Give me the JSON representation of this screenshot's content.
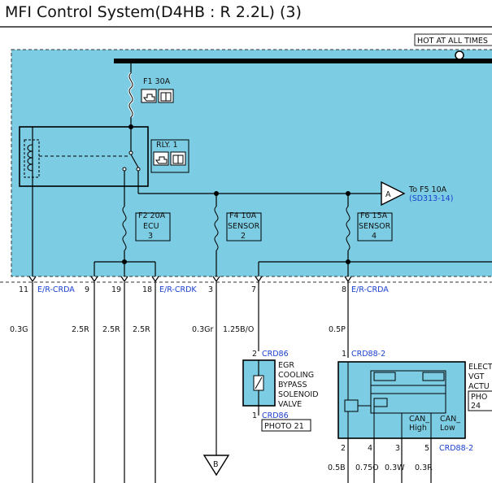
{
  "title": "MFI Control System(D4HB : R 2.2L) (3)",
  "hot_label": "HOT AT ALL TIMES",
  "fuses": {
    "f1": "F1 30A",
    "f2": "F2 20A",
    "f2_name": "ECU",
    "f2_num": "3",
    "f4": "F4 10A",
    "f4_name": "SENSOR",
    "f4_num": "2",
    "f6": "F6 15A",
    "f6_name": "SENSOR",
    "f6_num": "4"
  },
  "relay": "RLY. 1",
  "connector_a": {
    "letter": "A",
    "to": "To F5 10A",
    "ref": "(SD313-14)"
  },
  "pins": {
    "p11": "11",
    "p9": "9",
    "p19": "19",
    "p18": "18",
    "p3": "3",
    "p7": "7",
    "p8": "8",
    "conn1": "E/R-CRDA",
    "conn2": "E/R-CRDK",
    "conn3": "E/R-CRDA"
  },
  "wires": {
    "w1": "0.3G",
    "w2": "2.5R",
    "w3": "2.5R",
    "w4": "2.5R",
    "w5": "0.3Gr",
    "w6": "1.25B/O",
    "w7": "0.5P"
  },
  "egr": {
    "pin_top": "2",
    "conn_top": "CRD86",
    "line1": "EGR",
    "line2": "COOLING",
    "line3": "BYPASS",
    "line4": "SOLENOID",
    "line5": "VALVE",
    "pin_bottom": "1",
    "conn_bottom": "CRD86",
    "photo": "PHOTO 21"
  },
  "connector_b": "B",
  "vgt": {
    "pin_top": "1",
    "conn_top": "CRD88-2",
    "name1": "ELECT",
    "name2": "VGT",
    "name3": "ACTU",
    "photo1": "PHO",
    "photo2": "24",
    "can_high": "CAN_",
    "can_high2": "High",
    "can_low": "CAN_",
    "can_low2": "Low",
    "pins": [
      "2",
      "4",
      "3",
      "5"
    ],
    "conn_bottom": "CRD88-2",
    "wires": [
      "0.5B",
      "0.75O",
      "0.3W",
      "0.3R"
    ]
  },
  "colors": {
    "panel": "#7ccde3",
    "wire": "#000000",
    "link": "#1a3fcf"
  }
}
